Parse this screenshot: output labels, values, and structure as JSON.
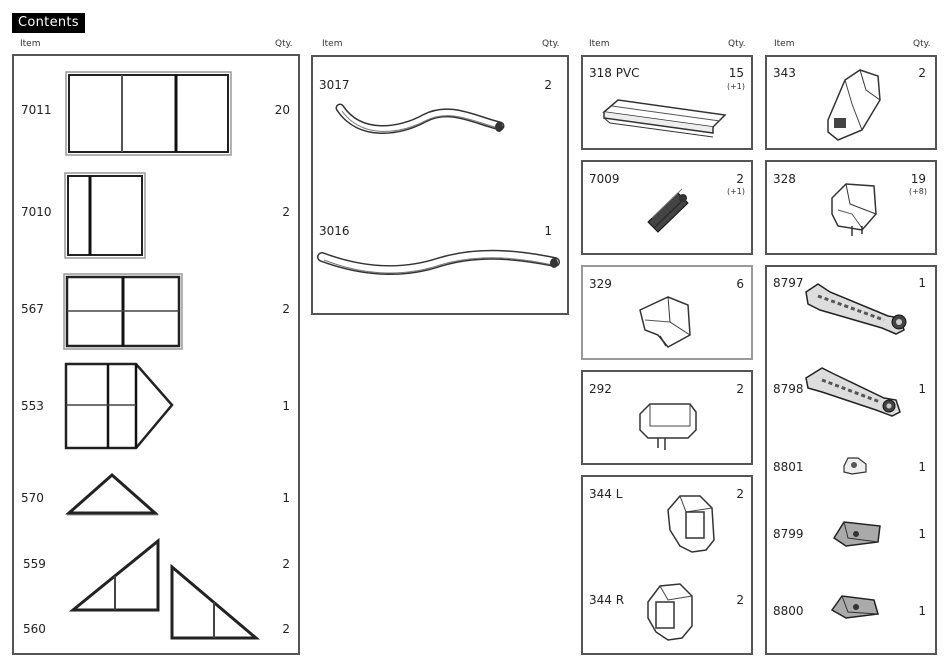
{
  "header": {
    "title": "Contents",
    "item_label": "Item",
    "qty_label": "Qty."
  },
  "parts": [
    {
      "id": "7011",
      "qty": "20"
    },
    {
      "id": "7010",
      "qty": "2"
    },
    {
      "id": "567",
      "qty": "2"
    },
    {
      "id": "553",
      "qty": "1"
    },
    {
      "id": "570",
      "qty": "1"
    },
    {
      "id": "559",
      "qty": "2"
    },
    {
      "id": "560",
      "qty": "2"
    },
    {
      "id": "3017",
      "qty": "2"
    },
    {
      "id": "3016",
      "qty": "1"
    },
    {
      "id": "318 PVC",
      "qty": "15",
      "extra": "(+1)"
    },
    {
      "id": "7009",
      "qty": "2",
      "extra": "(+1)"
    },
    {
      "id": "329",
      "qty": "6"
    },
    {
      "id": "292",
      "qty": "2"
    },
    {
      "id": "344 L",
      "qty": "2"
    },
    {
      "id": "344 R",
      "qty": "2"
    },
    {
      "id": "343",
      "qty": "2"
    },
    {
      "id": "328",
      "qty": "19",
      "extra": "(+8)"
    },
    {
      "id": "8797",
      "qty": "1"
    },
    {
      "id": "8798",
      "qty": "1"
    },
    {
      "id": "8801",
      "qty": "1"
    },
    {
      "id": "8799",
      "qty": "1"
    },
    {
      "id": "8800",
      "qty": "1"
    }
  ]
}
